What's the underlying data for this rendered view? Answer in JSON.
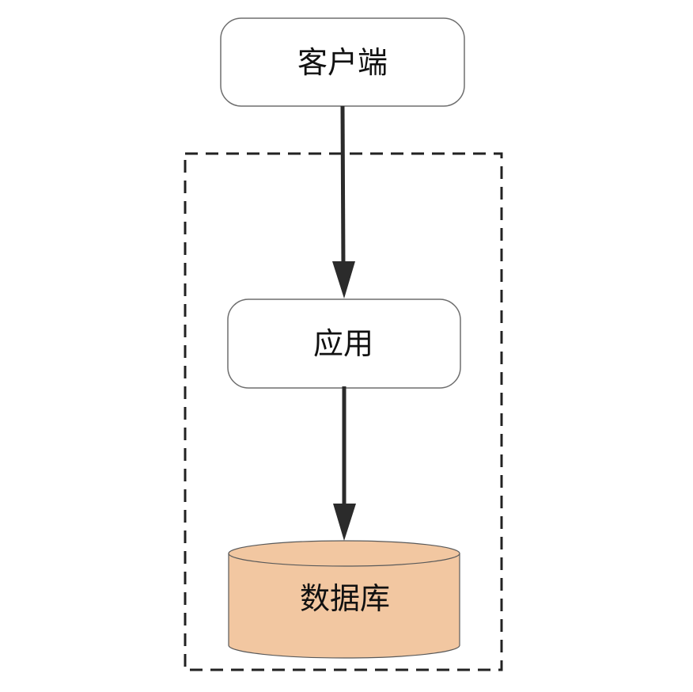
{
  "nodes": {
    "client": {
      "label": "客户端"
    },
    "application": {
      "label": "应用"
    },
    "database": {
      "label": "数据库"
    }
  },
  "edges": [
    {
      "from": "client",
      "to": "application"
    },
    {
      "from": "application",
      "to": "database"
    }
  ],
  "colors": {
    "node_fill": "#ffffff",
    "node_stroke": "#6e6e6e",
    "database_fill": "#f2c7a1",
    "database_stroke": "#5a5a5a",
    "arrow": "#2b2b2b",
    "boundary_stroke": "#222222"
  }
}
